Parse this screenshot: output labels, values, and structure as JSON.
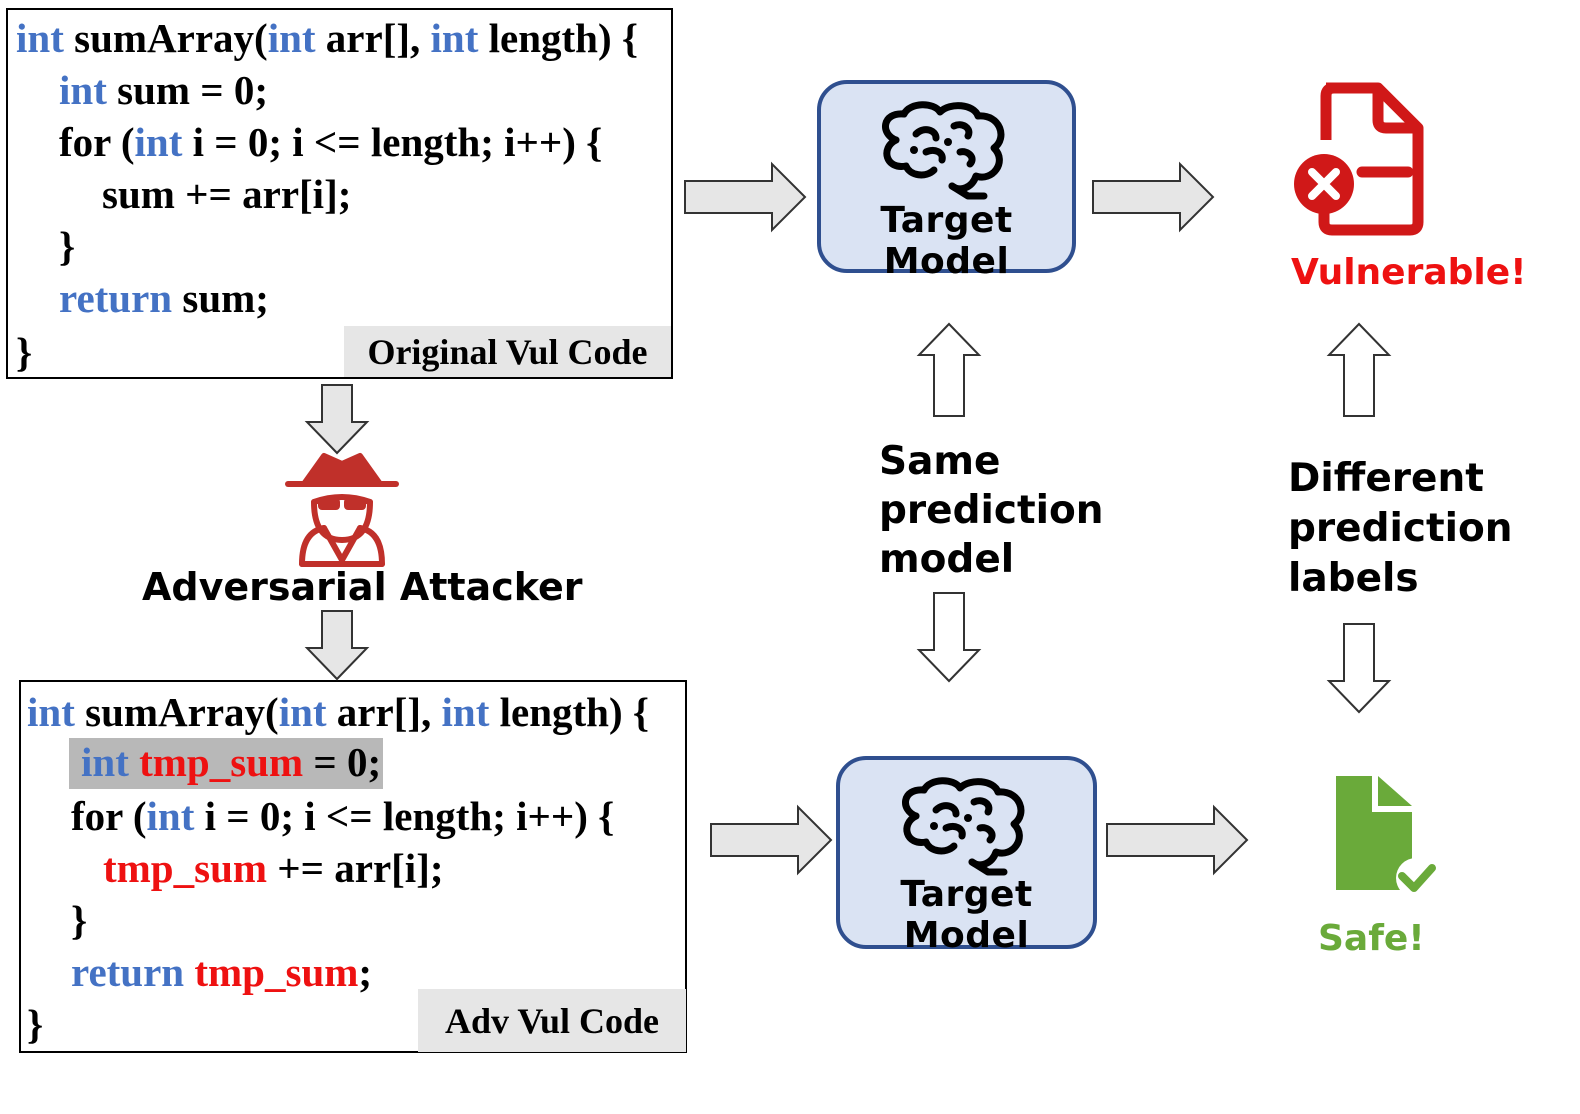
{
  "original_code": {
    "line1": {
      "kw1": "int",
      "t1": " sumArray(",
      "kw2": "int",
      "t2": " arr[], ",
      "kw3": "int",
      "t3": " length) {"
    },
    "line2": {
      "kw1": "int",
      "t1": " sum = 0;"
    },
    "line3": {
      "t1": "for (",
      "kw1": "int",
      "t2": " i = 0; i <= length; i++) {"
    },
    "line4": {
      "t1": "sum += arr[i];"
    },
    "line5": {
      "t1": "}"
    },
    "line6": {
      "kw1": "return",
      "t1": " sum;"
    },
    "line7": {
      "t1": "}"
    },
    "label": "Original Vul Code"
  },
  "adv_code": {
    "line1": {
      "kw1": "int",
      "t1": " sumArray(",
      "kw2": "int",
      "t2": " arr[], ",
      "kw3": "int",
      "t3": " length) {"
    },
    "line2": {
      "kw1": "int",
      "r1": " tmp_sum",
      "t1": " = 0;"
    },
    "line3": {
      "t1": "for (",
      "kw1": "int",
      "t2": " i = 0; i <= length; i++) {"
    },
    "line4": {
      "r1": "tmp_sum",
      "t1": " += arr[i];"
    },
    "line5": {
      "t1": "}"
    },
    "line6": {
      "kw1": "return",
      "r1": " tmp_sum",
      "t1": ";"
    },
    "line7": {
      "t1": "}"
    },
    "label": "Adv Vul Code"
  },
  "attacker_label": "Adversarial Attacker",
  "model_top_label": "Target Model",
  "model_bottom_label": "Target Model",
  "same_model_text": [
    "Same",
    "prediction",
    "model"
  ],
  "different_labels_text": [
    "Different",
    "prediction",
    "labels"
  ],
  "vulnerable_label": "Vulnerable!",
  "safe_label": "Safe!",
  "colors": {
    "keyword": "#4472c4",
    "changed": "#ee1111",
    "vulnerable": "#ee1111",
    "safe": "#6aaa3a",
    "model_fill": "#dae3f3",
    "model_border": "#2f4f8f",
    "attacker": "#c0302a"
  },
  "icons": [
    "brain-icon",
    "vulnerable-file-icon",
    "safe-file-icon",
    "spy-attacker-icon"
  ]
}
